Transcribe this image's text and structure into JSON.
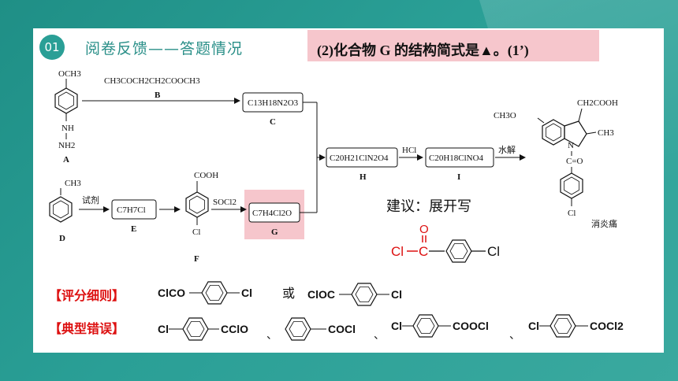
{
  "section_number": "01",
  "section_title": "阅卷反馈——答题情况",
  "question": "(2)化合物 G 的结构简式是▲。(1’)",
  "suggestion": "建议：展开写",
  "rules_label": "【评分细则】",
  "errors_label": "【典型错误】",
  "or_text": "或",
  "separator": "、",
  "scheme": {
    "A_sub": "OCH3",
    "A_nh": "NH",
    "A_nh2": "NH2",
    "A_label": "A",
    "reagent_B": "CH3COCH2CH2COOCH3",
    "B_label": "B",
    "C_formula": "C13H18N2O3",
    "C_label": "C",
    "D_sub": "CH3",
    "D_label": "D",
    "reagent_1": "试剂",
    "E_formula": "C7H7Cl",
    "E_label": "E",
    "F_sub_top": "COOH",
    "F_sub_bottom": "Cl",
    "F_label": "F",
    "reagent_2": "SOCl2",
    "G_formula": "C7H4Cl2O",
    "G_label": "G",
    "H_formula": "C20H21ClN2O4",
    "H_label": "H",
    "reagent_3": "HCl",
    "I_formula": "C20H18ClNO4",
    "I_label": "I",
    "reagent_4": "水解",
    "product_sub1": "CH2COOH",
    "product_sub2": "CH3O",
    "product_sub3": "CH3",
    "product_N": "N",
    "product_CO": "C=O",
    "product_Cl": "Cl",
    "product_name": "消炎痛"
  },
  "answer_structure": {
    "O": "O",
    "C": "C",
    "Cl_left": "Cl",
    "Cl_right": "Cl"
  },
  "rule_items": [
    {
      "left": "ClCO",
      "right": "Cl"
    },
    {
      "left": "ClOC",
      "right": "Cl"
    }
  ],
  "error_items": [
    {
      "left": "Cl",
      "right": "CClO"
    },
    {
      "left": "",
      "right": "COCl"
    },
    {
      "left": "Cl",
      "right": "COOCl"
    },
    {
      "left": "Cl",
      "right": "COCl2"
    }
  ],
  "colors": {
    "accent": "#2a9f96",
    "red": "#d11111",
    "highlight": "#f6c6cc"
  }
}
